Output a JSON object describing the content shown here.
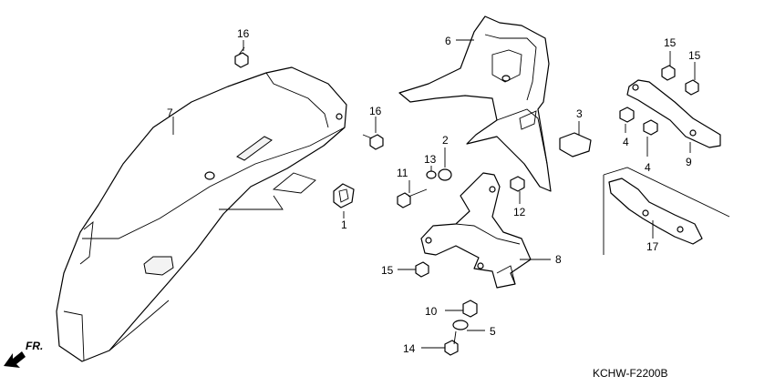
{
  "diagram": {
    "callouts": {
      "p1": "1",
      "p2": "2",
      "p3": "3",
      "p4a": "4",
      "p4b": "4",
      "p5": "5",
      "p6": "6",
      "p7": "7",
      "p8": "8",
      "p9": "9",
      "p10": "10",
      "p11": "11",
      "p12": "12",
      "p13": "13",
      "p14": "14",
      "p15a": "15",
      "p15b": "15",
      "p15c": "15",
      "p16a": "16",
      "p16b": "16",
      "p17": "17"
    },
    "direction_label": "FR.",
    "diagram_code": "KCHW-F2200B"
  }
}
